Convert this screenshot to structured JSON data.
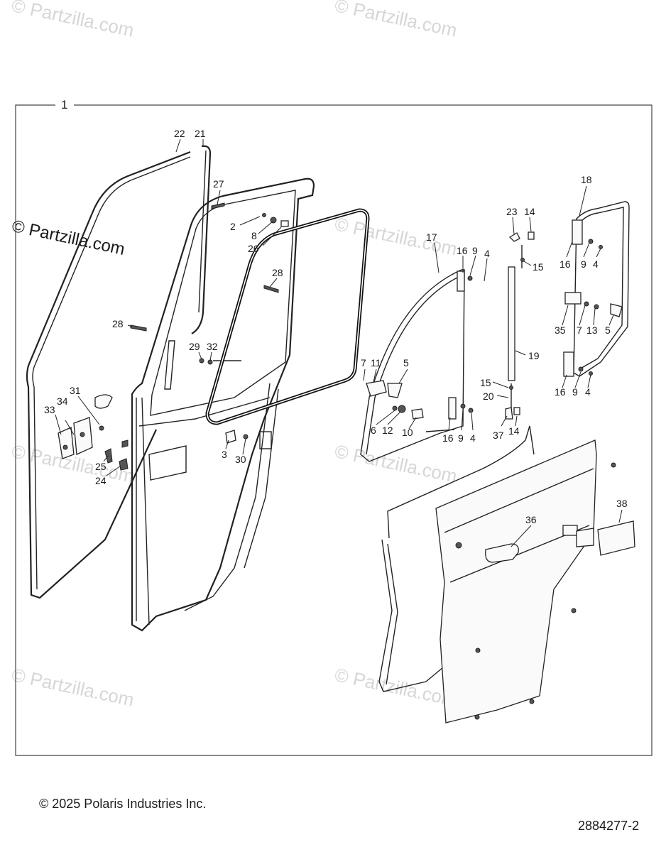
{
  "watermark": {
    "text": "© Partzilla.com",
    "text_small": "© Partzilla.com"
  },
  "assembly_label": "1",
  "callouts": {
    "c2": "2",
    "c3": "3",
    "c4a": "4",
    "c4b": "4",
    "c4c": "4",
    "c4d": "4",
    "c5a": "5",
    "c5b": "5",
    "c6": "6",
    "c7a": "7",
    "c7b": "7",
    "c8": "8",
    "c9a": "9",
    "c9b": "9",
    "c9c": "9",
    "c9d": "9",
    "c10": "10",
    "c11": "11",
    "c12": "12",
    "c13": "13",
    "c14a": "14",
    "c14b": "14",
    "c15a": "15",
    "c15b": "15",
    "c16a": "16",
    "c16b": "16",
    "c16c": "16",
    "c16d": "16",
    "c17": "17",
    "c18": "18",
    "c19": "19",
    "c20": "20",
    "c21": "21",
    "c22": "22",
    "c23": "23",
    "c24": "24",
    "c25": "25",
    "c26": "26",
    "c27": "27",
    "c28a": "28",
    "c28b": "28",
    "c29": "29",
    "c30": "30",
    "c31": "31",
    "c32": "32",
    "c33": "33",
    "c34": "34",
    "c35": "35",
    "c36": "36",
    "c37": "37",
    "c38": "38"
  },
  "footer": {
    "copyright": "© 2025 Polaris Industries Inc.",
    "doc_number": "2884277-2"
  }
}
